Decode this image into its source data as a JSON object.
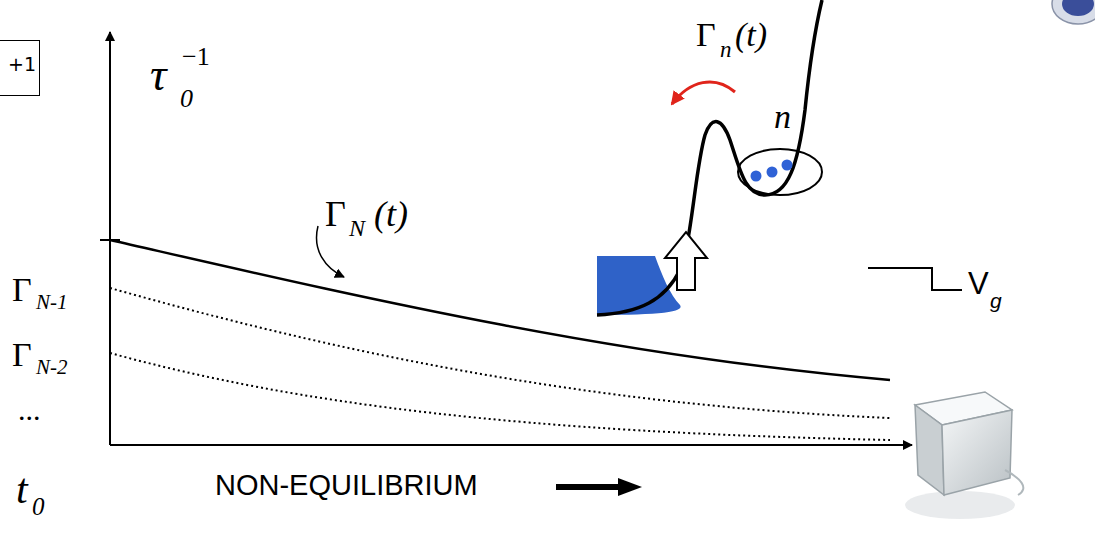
{
  "diagram": {
    "nodes": [
      {
        "text": [
          "+1"
        ]
      }
    ],
    "labels": [
      "τ",
      "0",
      "−1",
      "Γ",
      "N",
      "(t)",
      "Γ",
      "N-1",
      "Γ",
      "N-2",
      "...",
      "t",
      "0",
      "NON-EQUILIBRIUM",
      "Γ",
      "n",
      "(t)",
      "n",
      "V",
      "g"
    ]
  }
}
